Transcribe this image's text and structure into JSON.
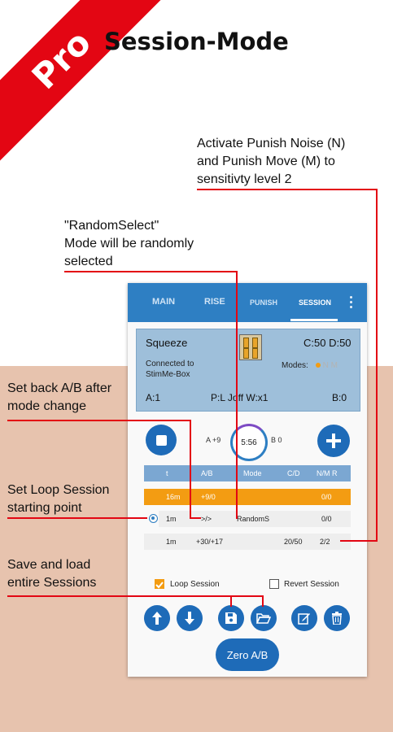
{
  "banner": {
    "label": "Pro"
  },
  "title": "Session-Mode",
  "annotations": {
    "punish_noise": [
      "Activate Punish Noise (N)",
      "and Punish Move (M) to",
      "sensitivty level 2"
    ],
    "random_select": [
      "\"RandomSelect\"",
      "Mode will be randomly",
      "selected"
    ],
    "set_back": [
      "Set back A/B after",
      "mode change"
    ],
    "loop_start": [
      "Set Loop Session",
      "starting point"
    ],
    "save_load": [
      "Save and load",
      "entire Sessions"
    ]
  },
  "tabs": [
    "MAIN",
    "RISE",
    "PUNISH",
    "SESSION"
  ],
  "active_tab": "SESSION",
  "device": {
    "name": "Squeeze",
    "cd": "C:50 D:50",
    "connected": [
      "Connected to",
      "StimMe-Box"
    ],
    "modes_label": "Modes:",
    "modes": "N M",
    "a": "A:1",
    "pl": "P:L Joff W:x1",
    "b": "B:0"
  },
  "controls": {
    "a_value": "A +9",
    "timer": "5:56",
    "b_value": "B 0"
  },
  "table": {
    "headers": [
      "t",
      "A/B",
      "Mode",
      "C/D",
      "N/M R"
    ],
    "rows": [
      {
        "t": "16m",
        "ab": "+9/0",
        "mode": "",
        "cd": "",
        "nm": "0/0",
        "style": "orange"
      },
      {
        "t": "1m",
        "ab": ">/>",
        "mode": "RandomS",
        "cd": "",
        "nm": "0/0",
        "style": "plain",
        "selected": true
      },
      {
        "t": "1m",
        "ab": "+30/+17",
        "mode": "",
        "cd": "20/50",
        "nm": "2/2",
        "style": "plain"
      }
    ]
  },
  "options": {
    "loop_session": "Loop Session",
    "loop_checked": true,
    "revert_session": "Revert Session",
    "revert_checked": false
  },
  "zero_button": "Zero A/B",
  "colors": {
    "brand": "#2e7fc3",
    "accent": "#f39c12",
    "red": "#e30613"
  }
}
